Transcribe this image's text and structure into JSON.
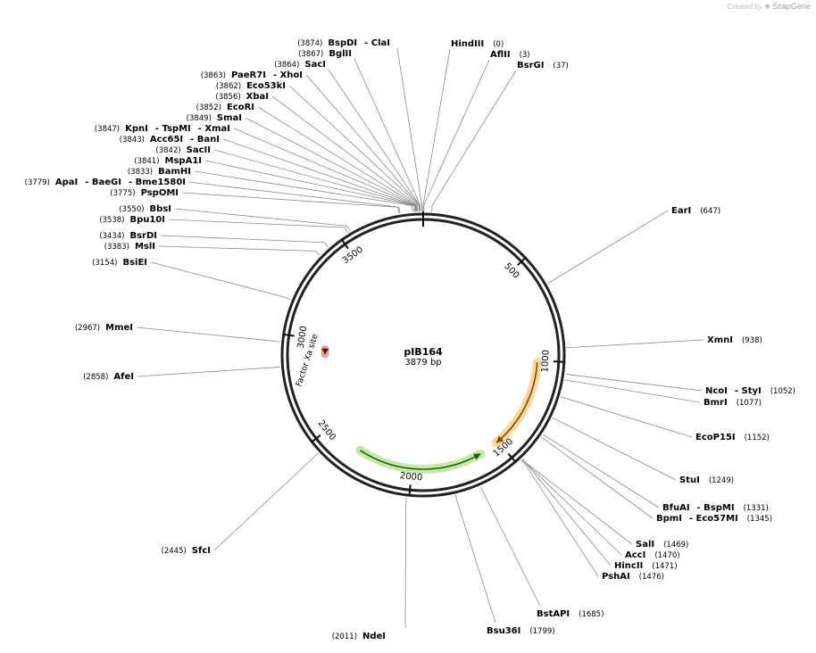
{
  "credit": {
    "prefix": "Created by",
    "brand": "SnapGene"
  },
  "plasmid": {
    "name": "pIB164",
    "length": 3879,
    "length_label": "3879 bp"
  },
  "ticks": [
    {
      "bp": 500,
      "label": "500"
    },
    {
      "bp": 1000,
      "label": "1000"
    },
    {
      "bp": 1500,
      "label": "1500"
    },
    {
      "bp": 2000,
      "label": "2000"
    },
    {
      "bp": 2500,
      "label": "2500"
    },
    {
      "bp": 3000,
      "label": "3000"
    },
    {
      "bp": 3500,
      "label": "3500"
    }
  ],
  "features": [
    {
      "name": "orange-feature",
      "color": "#f5a623",
      "stroke": "#7a4a00",
      "start": 1010,
      "end": 1510,
      "direction": "cw",
      "label": ""
    },
    {
      "name": "green-feature",
      "color": "#78d23c",
      "stroke": "#2a5a10",
      "start": 1615,
      "end": 2300,
      "direction": "ccw",
      "label": ""
    },
    {
      "name": "factor-xa-site",
      "color": "#c0392b",
      "stroke": "#5a1a10",
      "start": 2915,
      "end": 2945,
      "direction": "ccw",
      "label": "Factor Xa site"
    }
  ],
  "sites": [
    {
      "bp": 0,
      "parts": [
        "HindIII"
      ],
      "pos": "(0)"
    },
    {
      "bp": 3,
      "parts": [
        "AflII"
      ],
      "pos": "(3)"
    },
    {
      "bp": 37,
      "parts": [
        "BsrGI"
      ],
      "pos": "(37)"
    },
    {
      "bp": 647,
      "parts": [
        "EarI"
      ],
      "pos": "(647)"
    },
    {
      "bp": 938,
      "parts": [
        "XmnI"
      ],
      "pos": "(938)"
    },
    {
      "bp": 1052,
      "parts": [
        "NcoI",
        "- StyI"
      ],
      "pos": "(1052)"
    },
    {
      "bp": 1077,
      "parts": [
        "BmrI"
      ],
      "pos": "(1077)"
    },
    {
      "bp": 1152,
      "parts": [
        "EcoP15I"
      ],
      "pos": "(1152)"
    },
    {
      "bp": 1249,
      "parts": [
        "StuI"
      ],
      "pos": "(1249)"
    },
    {
      "bp": 1331,
      "parts": [
        "BfuAI",
        "- BspMI"
      ],
      "pos": "(1331)"
    },
    {
      "bp": 1345,
      "parts": [
        "BpmI",
        "- Eco57MI"
      ],
      "pos": "(1345)"
    },
    {
      "bp": 1469,
      "parts": [
        "SalI"
      ],
      "pos": "(1469)"
    },
    {
      "bp": 1470,
      "parts": [
        "AccI"
      ],
      "pos": "(1470)"
    },
    {
      "bp": 1471,
      "parts": [
        "HincII"
      ],
      "pos": "(1471)"
    },
    {
      "bp": 1476,
      "parts": [
        "PshAI"
      ],
      "pos": "(1476)"
    },
    {
      "bp": 1685,
      "parts": [
        "BstAPI"
      ],
      "pos": "(1685)"
    },
    {
      "bp": 1799,
      "parts": [
        "Bsu36I"
      ],
      "pos": "(1799)"
    },
    {
      "bp": 2011,
      "parts": [
        "NdeI"
      ],
      "pos": "(2011)"
    },
    {
      "bp": 2445,
      "parts": [
        "SfcI"
      ],
      "pos": "(2445)"
    },
    {
      "bp": 2858,
      "parts": [
        "AfeI"
      ],
      "pos": "(2858)"
    },
    {
      "bp": 2967,
      "parts": [
        "MmeI"
      ],
      "pos": "(2967)"
    },
    {
      "bp": 3154,
      "parts": [
        "BsiEI"
      ],
      "pos": "(3154)"
    },
    {
      "bp": 3383,
      "parts": [
        "MslI"
      ],
      "pos": "(3383)"
    },
    {
      "bp": 3434,
      "parts": [
        "BsrDI"
      ],
      "pos": "(3434)"
    },
    {
      "bp": 3538,
      "parts": [
        "Bpu10I"
      ],
      "pos": "(3538)"
    },
    {
      "bp": 3550,
      "parts": [
        "BbsI"
      ],
      "pos": "(3550)"
    },
    {
      "bp": 3775,
      "parts": [
        "PspOMI"
      ],
      "pos": "(3775)"
    },
    {
      "bp": 3779,
      "parts": [
        "ApaI",
        "- BaeGI",
        "- Bme1580I"
      ],
      "pos": "(3779)"
    },
    {
      "bp": 3833,
      "parts": [
        "BamHI"
      ],
      "pos": "(3833)"
    },
    {
      "bp": 3841,
      "parts": [
        "MspA1I"
      ],
      "pos": "(3841)"
    },
    {
      "bp": 3842,
      "parts": [
        "SacII"
      ],
      "pos": "(3842)"
    },
    {
      "bp": 3843,
      "parts": [
        "Acc65I",
        "- BanI"
      ],
      "pos": "(3843)"
    },
    {
      "bp": 3847,
      "parts": [
        "KpnI",
        "- TspMI",
        "- XmaI"
      ],
      "pos": "(3847)"
    },
    {
      "bp": 3849,
      "parts": [
        "SmaI"
      ],
      "pos": "(3849)"
    },
    {
      "bp": 3852,
      "parts": [
        "EcoRI"
      ],
      "pos": "(3852)"
    },
    {
      "bp": 3856,
      "parts": [
        "XbaI"
      ],
      "pos": "(3856)"
    },
    {
      "bp": 3862,
      "parts": [
        "Eco53kI"
      ],
      "pos": "(3862)"
    },
    {
      "bp": 3863,
      "parts": [
        "PaeR7I",
        "- XhoI"
      ],
      "pos": "(3863)"
    },
    {
      "bp": 3864,
      "parts": [
        "SacI"
      ],
      "pos": "(3864)"
    },
    {
      "bp": 3867,
      "parts": [
        "BglII"
      ],
      "pos": "(3867)"
    },
    {
      "bp": 3874,
      "parts": [
        "BspDI",
        "- ClaI"
      ],
      "pos": "(3874)"
    }
  ]
}
